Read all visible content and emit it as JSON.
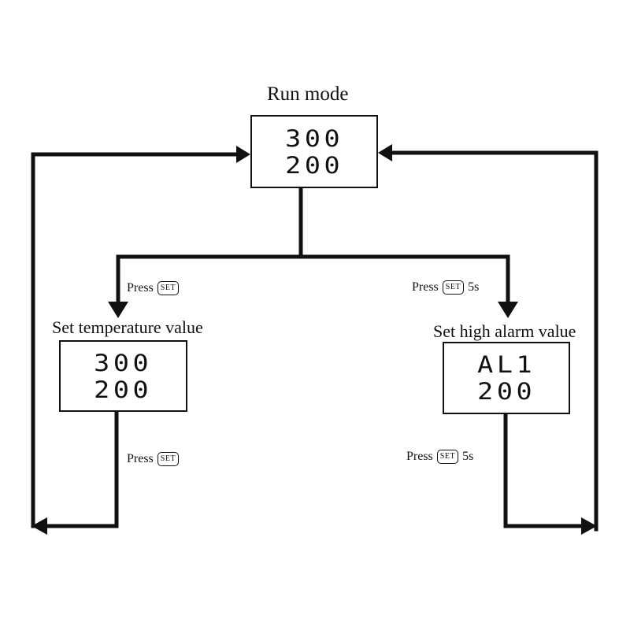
{
  "titles": {
    "run_mode": "Run mode",
    "set_temperature": "Set temperature value",
    "set_high_alarm": "Set high alarm value"
  },
  "displays": {
    "run_mode": {
      "top": "300",
      "bottom": "200"
    },
    "set_temperature": {
      "top": "300",
      "bottom": "200"
    },
    "set_high_alarm": {
      "top": "AL1",
      "bottom": "200"
    }
  },
  "transitions": {
    "run_to_temperature": {
      "word": "Press",
      "key": "SET",
      "duration": ""
    },
    "run_to_alarm": {
      "word": "Press",
      "key": "SET",
      "duration": "5s"
    },
    "temperature_to_run": {
      "word": "Press",
      "key": "SET",
      "duration": ""
    },
    "alarm_to_run": {
      "word": "Press",
      "key": "SET",
      "duration": "5s"
    }
  }
}
